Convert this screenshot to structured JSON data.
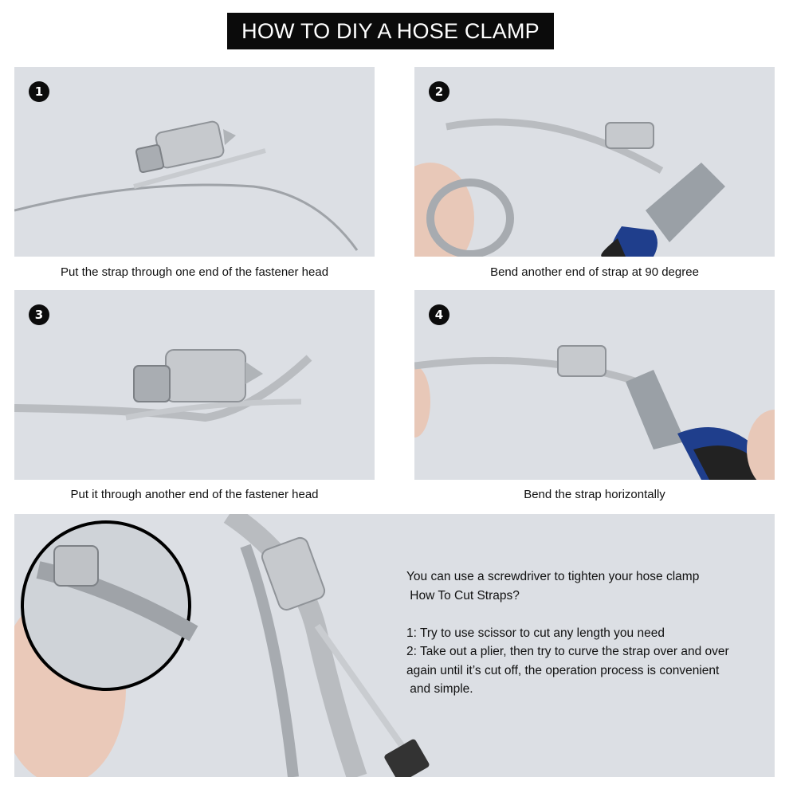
{
  "header": {
    "title": "HOW TO DIY A HOSE CLAMP"
  },
  "steps": [
    {
      "badge": "1",
      "caption": "Put the strap through one end of the fastener head"
    },
    {
      "badge": "2",
      "caption": "Bend another end of strap at 90 degree"
    },
    {
      "badge": "3",
      "caption": "Put it through another end of the fastener head"
    },
    {
      "badge": "4",
      "caption": "Bend the strap horizontally"
    }
  ],
  "notes": {
    "line1": "You can use a screwdriver to tighten your hose clamp",
    "line2": " How To Cut Straps?",
    "line3": "1: Try to use scissor to cut any length you need",
    "line4": "2: Take out a plier, then try to curve the strap over and over",
    "line5": "again until it’s cut off, the operation process is convenient",
    "line6": " and simple."
  },
  "colors": {
    "title_bg": "#0b0b0b",
    "panel_bg": "#dcdfe4",
    "steel": "#b9bcc0",
    "plier_handle": "#1f3e8c"
  }
}
